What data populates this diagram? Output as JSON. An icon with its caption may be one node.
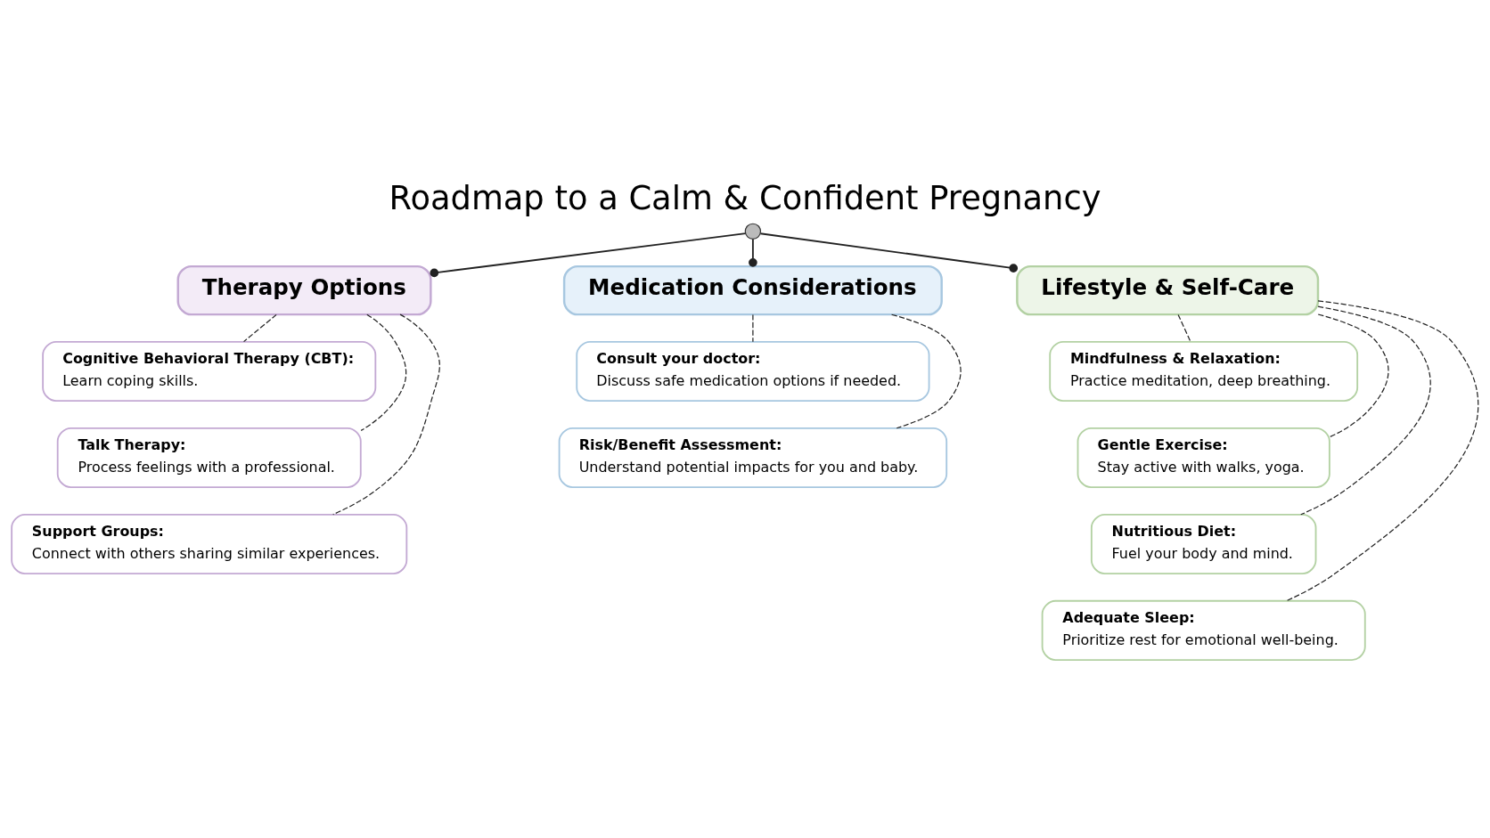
{
  "diagram": {
    "title": "Roadmap to a Calm & Confident Pregnancy",
    "nodes": [
      {
        "text": [],
        "shape": "circle"
      },
      {
        "text": [
          "Therapy Options"
        ]
      },
      {
        "text": [
          "Medication Considerations"
        ]
      },
      {
        "text": [
          "Lifestyle & Self-Care"
        ]
      },
      {
        "text": [
          "Cognitive Behavioral Therapy (CBT):",
          "Learn coping skills."
        ]
      },
      {
        "text": [
          "Talk Therapy:",
          "Process feelings with a professional."
        ]
      },
      {
        "text": [
          "Support Groups:",
          "Connect with others sharing similar experiences."
        ]
      },
      {
        "text": [
          "Consult your doctor:",
          "Discuss safe medication options if needed."
        ]
      },
      {
        "text": [
          "Risk/Benefit Assessment:",
          "Understand potential impacts for you and baby."
        ]
      },
      {
        "text": [
          "Mindfulness & Relaxation:",
          "Practice meditation, deep breathing."
        ]
      },
      {
        "text": [
          "Gentle Exercise:",
          "Stay active with walks, yoga."
        ]
      },
      {
        "text": [
          "Nutritious Diet:",
          "Fuel your body and mind."
        ]
      },
      {
        "text": [
          "Adequate Sleep:",
          "Prioritize rest for emotional well-being."
        ]
      }
    ],
    "edges": [
      {
        "from": 0,
        "to": 1,
        "arrow": "other"
      },
      {
        "from": 0,
        "to": 2,
        "arrow": "other"
      },
      {
        "from": 0,
        "to": 3,
        "arrow": "other"
      },
      {
        "from": 1,
        "to": 4,
        "arrow": "none",
        "style": "dashed"
      },
      {
        "from": 1,
        "to": 5,
        "arrow": "none",
        "style": "dashed"
      },
      {
        "from": 1,
        "to": 6,
        "arrow": "none",
        "style": "dashed"
      },
      {
        "from": 2,
        "to": 7,
        "arrow": "none",
        "style": "dashed"
      },
      {
        "from": 2,
        "to": 8,
        "arrow": "none",
        "style": "dashed"
      },
      {
        "from": 3,
        "to": 9,
        "arrow": "none",
        "style": "dashed"
      },
      {
        "from": 3,
        "to": 10,
        "arrow": "none",
        "style": "dashed"
      },
      {
        "from": 3,
        "to": 11,
        "arrow": "none",
        "style": "dashed"
      },
      {
        "from": 3,
        "to": 12,
        "arrow": "none",
        "style": "dashed"
      }
    ]
  }
}
